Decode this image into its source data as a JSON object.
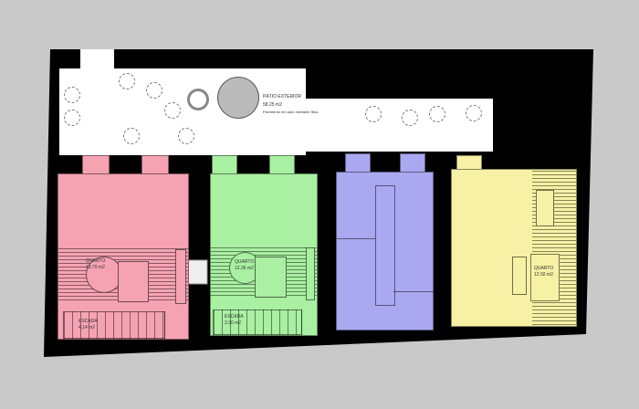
{
  "colors": {
    "background": "#c9c9c9",
    "walls": "#000000",
    "patio": "#ffffff",
    "unit_1": "#f5a3b3",
    "unit_2": "#a9f0a2",
    "unit_3": "#aaa8f0",
    "unit_4": "#f6f1a4"
  },
  "patio": {
    "name": "PÁTIO EXTERIOR",
    "area": "58.25 m2",
    "note": "Pavimento em auto nivelante Sika"
  },
  "units": [
    {
      "rooms": [
        {
          "name": "QUARTO",
          "area": "13.79 m2"
        },
        {
          "name": "ESCADA",
          "area": "4.14 m2"
        }
      ]
    },
    {
      "rooms": [
        {
          "name": "QUARTO",
          "area": "12.36 m2"
        },
        {
          "name": "ESCADA",
          "area": "3.30 m2"
        }
      ]
    },
    {
      "rooms": []
    },
    {
      "rooms": [
        {
          "name": "QUARTO",
          "area": "12.92 m2"
        }
      ]
    }
  ]
}
